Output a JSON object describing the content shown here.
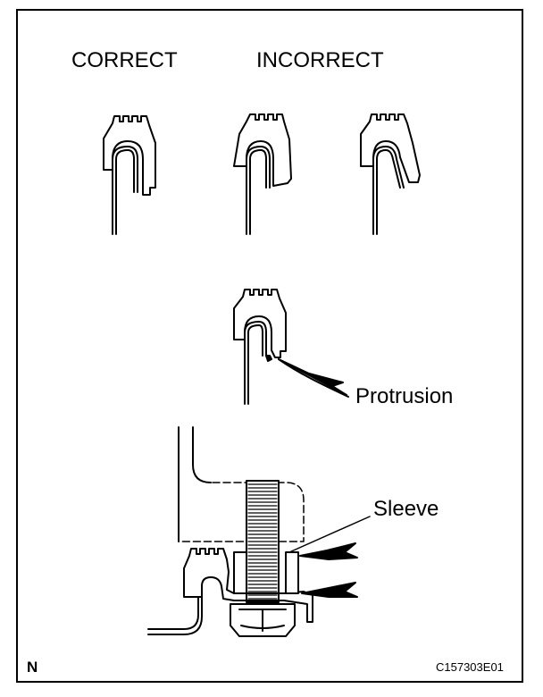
{
  "labels": {
    "correct": "CORRECT",
    "incorrect": "INCORRECT",
    "protrusion": "Protrusion",
    "sleeve": "Sleeve",
    "north": "N",
    "figure_code": "C157303E01"
  },
  "colors": {
    "line": "#000000",
    "background": "#ffffff"
  }
}
